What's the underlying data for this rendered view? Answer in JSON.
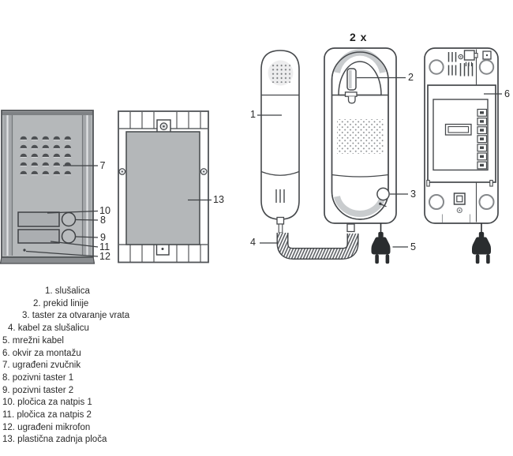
{
  "figure": {
    "quantity_label": "2 x",
    "callouts": {
      "n1": "1",
      "n2": "2",
      "n3": "3",
      "n4": "4",
      "n5": "5",
      "n6": "6",
      "n7": "7",
      "n8": "8",
      "n9": "9",
      "n10": "10",
      "n11": "11",
      "n12": "12",
      "n13": "13"
    }
  },
  "legend": {
    "items": [
      "1. slušalica",
      "2. prekid linije",
      "3. taster za otvaranje vrata",
      "4. kabel za slušalicu",
      "5. mrežni kabel",
      "6. okvir za montažu",
      "7. ugrađeni zvučnik",
      "8. pozivni taster 1",
      "9. pozivni taster 2",
      "10. pločica za natpis 1",
      "11. pločica za natpis 2",
      "12. ugrađeni mikrofon",
      "13. plastična zadnja ploča"
    ]
  }
}
